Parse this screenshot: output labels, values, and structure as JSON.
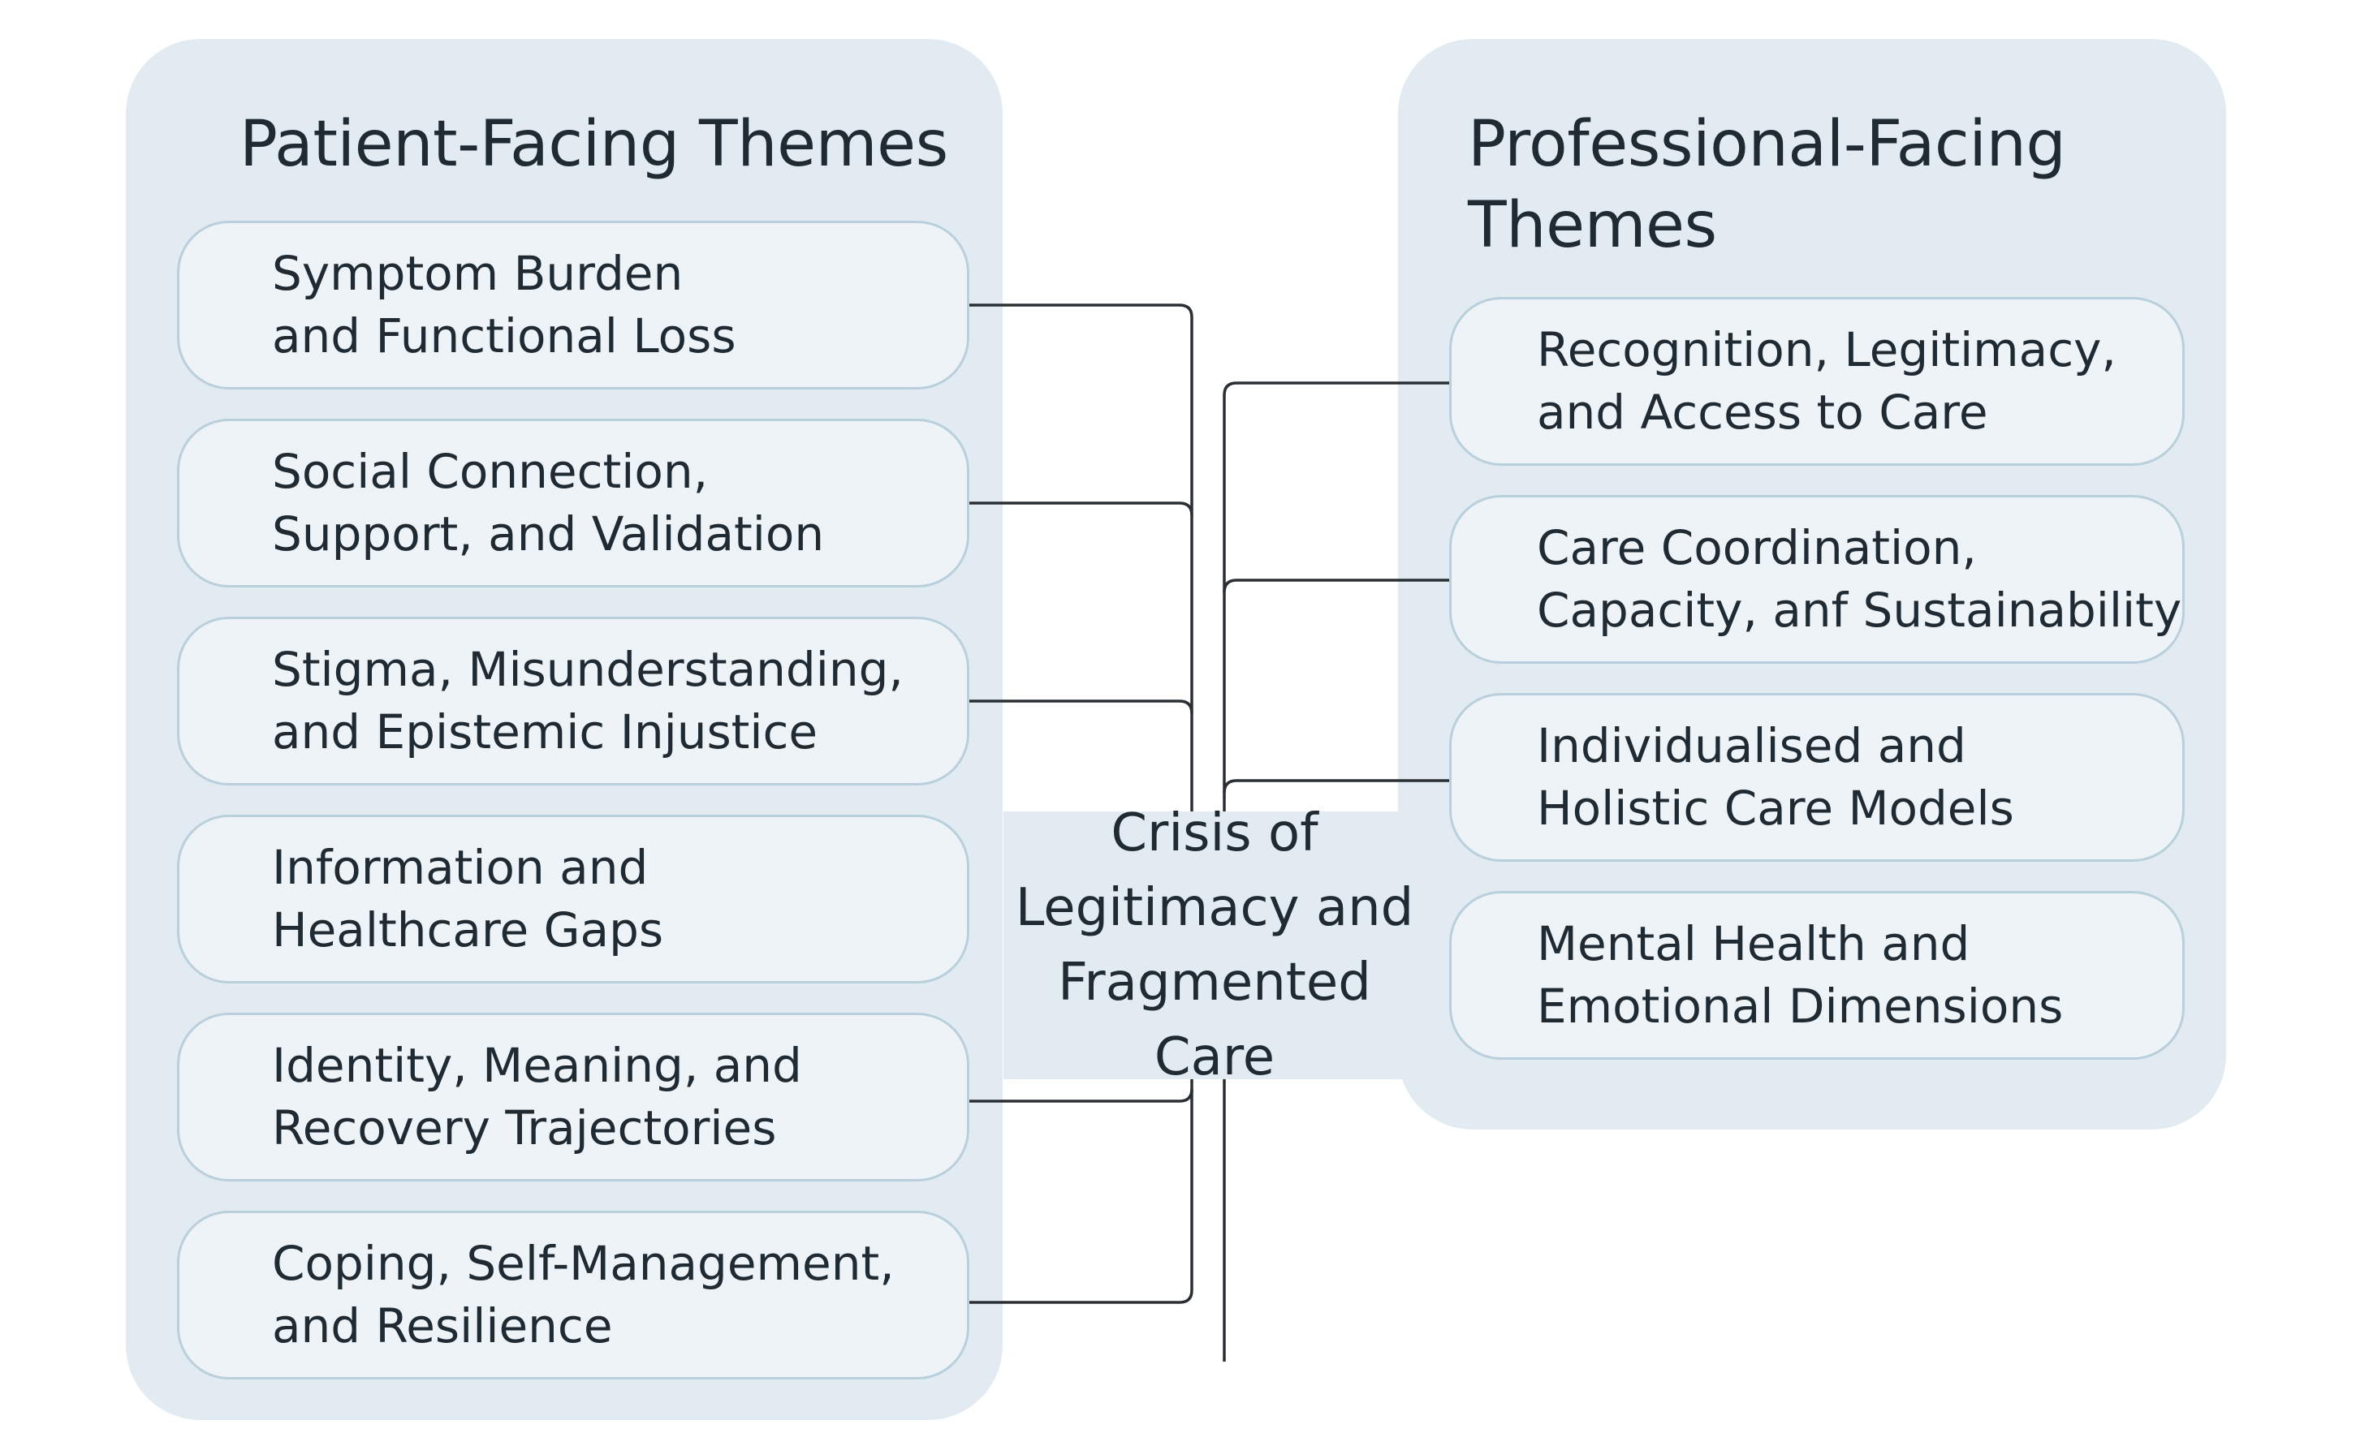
{
  "colors": {
    "panel_background": "#e2ebf1",
    "box_background": "#edf3f7",
    "box_border": "#b9d0dc",
    "connector_line": "#2a2f33",
    "text": "#1f2a33"
  },
  "patient_panel": {
    "title": "Patient-Facing Themes",
    "themes": [
      {
        "label": "Symptom Burden\nand Functional Loss"
      },
      {
        "label": "Social Connection,\nSupport, and Validation"
      },
      {
        "label": "Stigma, Misunderstanding,\nand Epistemic Injustice"
      },
      {
        "label": "Information and\nHealthcare Gaps"
      },
      {
        "label": "Identity, Meaning, and\nRecovery Trajectories"
      },
      {
        "label": "Coping, Self-Management,\nand Resilience"
      }
    ]
  },
  "professional_panel": {
    "title": "Professional-Facing\nThemes",
    "themes": [
      {
        "label": "Recognition, Legitimacy,\nand Access to Care"
      },
      {
        "label": "Care Coordination,\nCapacity, anf Sustainability"
      },
      {
        "label": "Individualised and\nHolistic Care Models"
      },
      {
        "label": "Mental Health and\nEmotional Dimensions"
      }
    ]
  },
  "central_theme": {
    "label": "Crisis of\nLegitimacy and\nFragmented Care"
  }
}
